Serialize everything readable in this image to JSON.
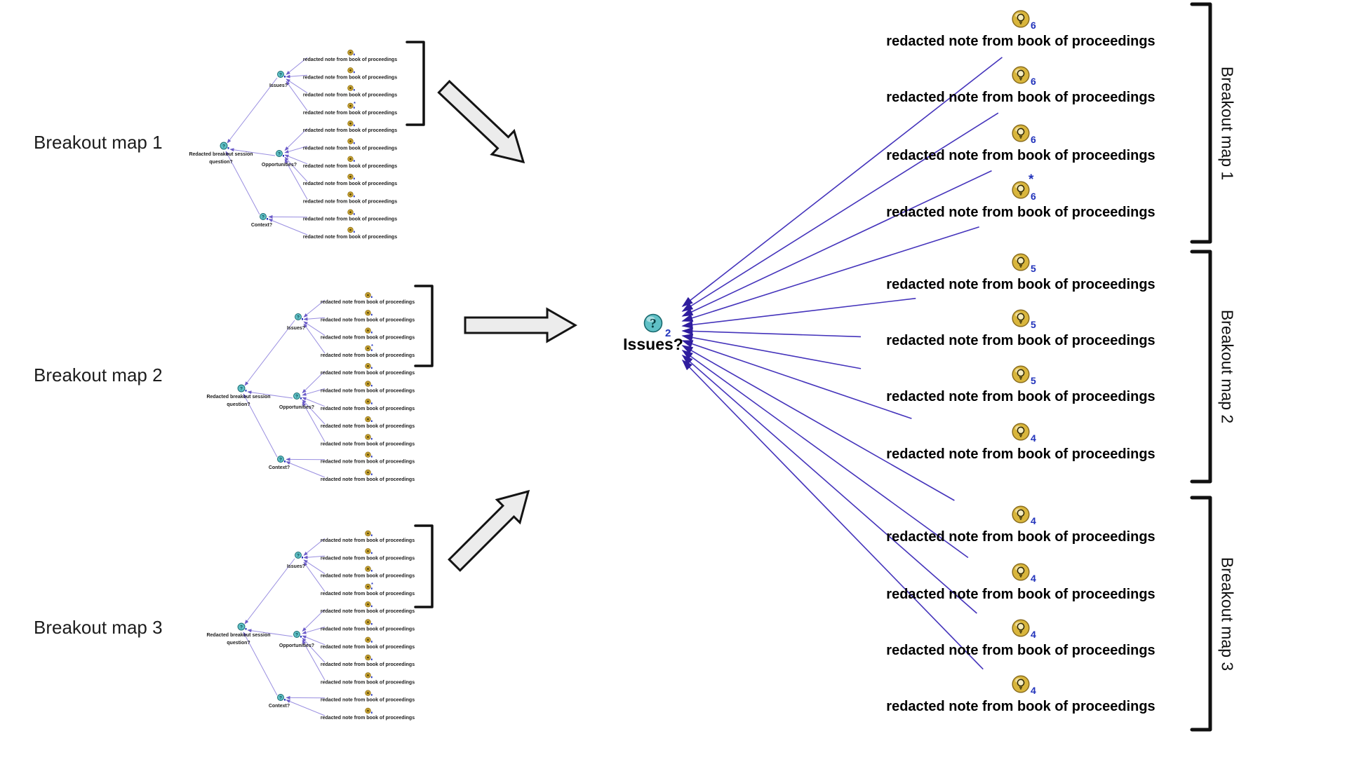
{
  "figure": {
    "left_panel": {
      "maps": [
        {
          "label": "Breakout map 1"
        },
        {
          "label": "Breakout map 2"
        },
        {
          "label": "Breakout map 3"
        }
      ]
    },
    "minimap": {
      "root": {
        "icon": "question-icon",
        "label_lines": [
          "Redacted breakout session",
          "question?"
        ]
      },
      "branches": [
        {
          "icon": "question-icon",
          "label": "Issues?",
          "notes": 4
        },
        {
          "icon": "question-icon",
          "label": "Opportunities?",
          "notes": 5
        },
        {
          "icon": "question-icon",
          "label": "Context?",
          "notes": 2
        }
      ],
      "note_icon": "lightbulb-icon",
      "note_label": "redacted note from book of proceedings",
      "starred_note_index": 3,
      "star_glyph": "*"
    },
    "center_node": {
      "icon": "question-icon",
      "badge": "2",
      "label": "Issues?"
    },
    "right_panel": {
      "note_icon": "lightbulb-icon",
      "note_label": "redacted note from book of proceedings",
      "groups": [
        {
          "bracket_label": "Breakout map 1",
          "notes": [
            {
              "badge": "6"
            },
            {
              "badge": "6"
            },
            {
              "badge": "6"
            },
            {
              "badge": "6",
              "star": "*"
            }
          ]
        },
        {
          "bracket_label": "Breakout map 2",
          "notes": [
            {
              "badge": "5"
            },
            {
              "badge": "5"
            },
            {
              "badge": "5"
            },
            {
              "badge": "4"
            }
          ]
        },
        {
          "bracket_label": "Breakout map 3",
          "notes": [
            {
              "badge": "4"
            },
            {
              "badge": "4"
            },
            {
              "badge": "4"
            },
            {
              "badge": "4"
            }
          ]
        }
      ]
    },
    "colors": {
      "link": "#4433bb",
      "link_arrow": "#2f1d9e",
      "mini_link": "#998ee0",
      "badge_blue": "#2233bb",
      "bulb_fill": "#d9b63c",
      "bulb_border": "#8a6d1f",
      "teal_fill": "#5fc0c6",
      "teal_border": "#19696e",
      "arrow_fill": "#ececec",
      "arrow_border": "#141414",
      "bracket": "#111111",
      "text": "#000000"
    }
  }
}
